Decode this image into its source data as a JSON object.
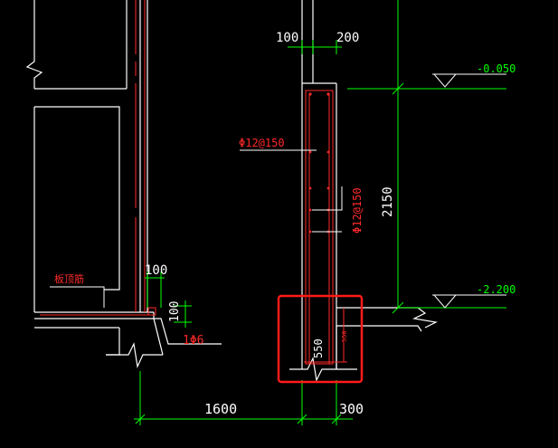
{
  "colors": {
    "background": "#000000",
    "outline": "#ffffff",
    "dimension": "#00ff00",
    "rebar": "#ff2a2a",
    "highlight": "#ff1a1a",
    "elevation_text": "#00ff00"
  },
  "labels": {
    "top_dim_left": "100",
    "top_dim_right": "200",
    "elev_top": "-0.050",
    "elev_bottom": "-2.200",
    "height_dim": "2150",
    "rebar_horizontal": "Φ12@150",
    "rebar_vertical": "Φ12@150",
    "slab_dim_top": "100",
    "slab_dim_side": "100",
    "slab_rebar": "1Φ6",
    "slab_note": "板顶筋",
    "footing_dim": "550",
    "footing_dim_small": "550",
    "bottom_dim_left": "1600",
    "bottom_dim_right": "300"
  },
  "icons": {
    "break_symbol": "break-line-icon",
    "elevation_marker": "elevation-triangle-icon"
  }
}
